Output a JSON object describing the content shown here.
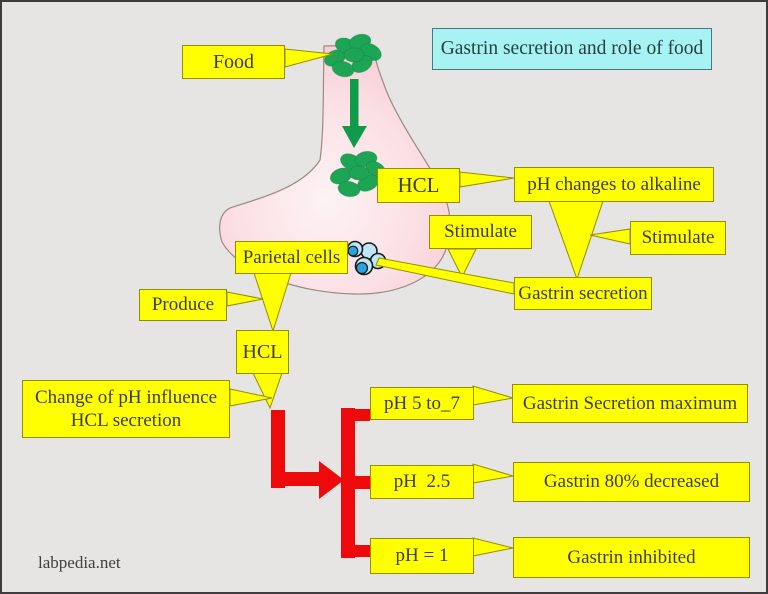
{
  "title": "Gastrin secretion and role of food",
  "watermark": "labpedia.net",
  "labels": {
    "food": "Food",
    "hcl_top": "HCL",
    "ph_alkaline": "pH changes to alkaline",
    "stimulate_left": "Stimulate",
    "stimulate_right": "Stimulate",
    "gastrin_secretion": "Gastrin secretion",
    "parietal_cells": "Parietal cells",
    "produce": "Produce",
    "hcl_lower": "HCL",
    "ph_influence_line1": "Change of pH influence",
    "ph_influence_line2": "HCL secretion"
  },
  "ph_rows": [
    {
      "ph": "pH 5 to_7",
      "result": "Gastrin Secretion maximum"
    },
    {
      "ph": "pH  2.5",
      "result": "Gastrin 80% decreased"
    },
    {
      "ph": "pH = 1",
      "result": "Gastrin inhibited"
    }
  ],
  "icons": {
    "food_bolus": "green-food-bolus",
    "parietal_cells": "blue-cell-cluster",
    "flow_arrow": "green-down-arrow",
    "branch_arrow": "red-branch-arrow"
  },
  "colors": {
    "background": "#e6e5e3",
    "box_fill": "#ffff00",
    "box_border": "#8f8f00",
    "title_fill": "#a7f3f3",
    "stomach_pink": "#f5c3cd",
    "food_green": "#1ea455",
    "cell_blue": "#2aa3dc",
    "arrow_red": "#ee0a0a",
    "text": "#3c3c3c"
  }
}
